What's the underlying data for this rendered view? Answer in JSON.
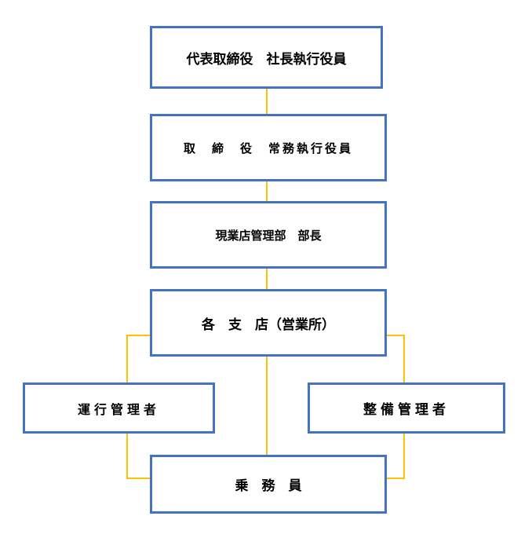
{
  "colors": {
    "box_border": "#4472c4",
    "connector": "#ffc000"
  },
  "org_chart": {
    "president": "代表取締役　社長執行役員",
    "director": "取　締　役　常務執行役員",
    "store_manager": "現業店管理部　部長",
    "branch": "各　支　店（営業所）",
    "operation_manager": "運行管理者",
    "maintenance_manager": "整備管理者",
    "crew": "乗　務　員"
  }
}
